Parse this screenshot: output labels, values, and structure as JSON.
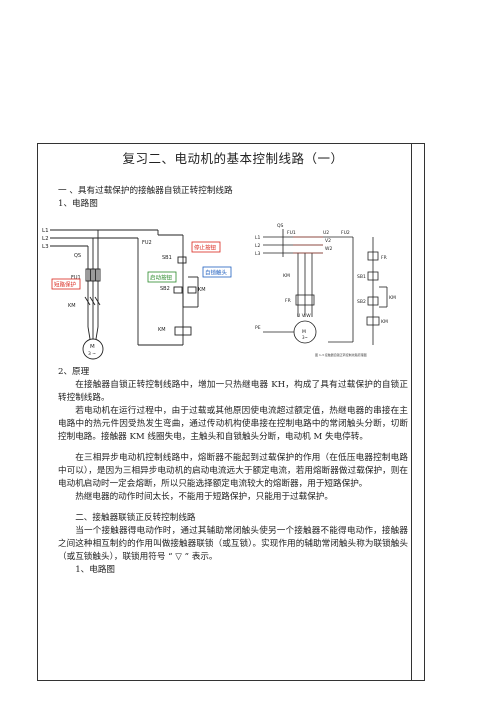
{
  "title": "复习二、电动机的基本控制线路（一）",
  "section1": {
    "heading": "一 、具有过载保护的接触器自锁正转控制线路",
    "sub1": "1、电路图",
    "sub2": "2、原理",
    "para1": "在接触器自锁正转控制线路中，增加一只热继电器 KH，构成了具有过载保护的自锁正转控制线路。",
    "para2": "若电动机在运行过程中，由于过载或其他原因使电流超过额定值，热继电器的串接在主电路中的热元件因受热发生弯曲，通过传动机构使串接在控制电路中的常闭触头分断，切断控制电路。接触器 KM 线圈失电，主触头和自锁触头分断，电动机 M 失电停转。",
    "para3": "在三相异步电动机控制线路中，熔断器不能起到过载保护的作用（在低压电器控制电路中可以），是因为三相异步电动机的启动电流远大于额定电流，若用熔断器做过载保护，则在电动机启动时一定会熔断，所以只能选择额定电流较大的熔断器，用于短路保护。",
    "para4": "热继电器的动作时间太长，不能用于短路保护，只能用于过载保护。"
  },
  "section2": {
    "heading": "二、接触器联锁正反转控制线路",
    "para1": "当一个接触器得电动作时，通过其辅助常闭触头使另一个接触器不能得电动作，接触器之间这种相互制约的作用叫做接触器联锁（或互锁）。实现作用的辅助常闭触头称为联锁触头（或互锁触头），联锁用符号 “ ▽ ” 表示。",
    "sub1": "1、电路图"
  },
  "diagram_left": {
    "labels": [
      "L1",
      "L2",
      "L3",
      "QS",
      "FU1",
      "FU2",
      "短路保护",
      "KM",
      "SB1",
      "停止按钮",
      "启动按钮",
      "SB2",
      "自锁触头",
      "KM",
      "KM",
      "M",
      "3 ~"
    ]
  },
  "diagram_right": {
    "labels": [
      "QS",
      "L1",
      "L2",
      "L3",
      "FU1",
      "U2",
      "V2",
      "W2",
      "FU2",
      "FR",
      "SB1",
      "SB2",
      "KM",
      "KM",
      "U V W",
      "PE",
      "M",
      "3~",
      "KM"
    ],
    "caption": "图 1-3 接触器自锁正转控制线路原理图"
  },
  "colors": {
    "red": "#d9261c",
    "green": "#2a8a2a",
    "blue": "#1f5fbf",
    "line": "#222222",
    "wire_red": "#c0392b"
  }
}
